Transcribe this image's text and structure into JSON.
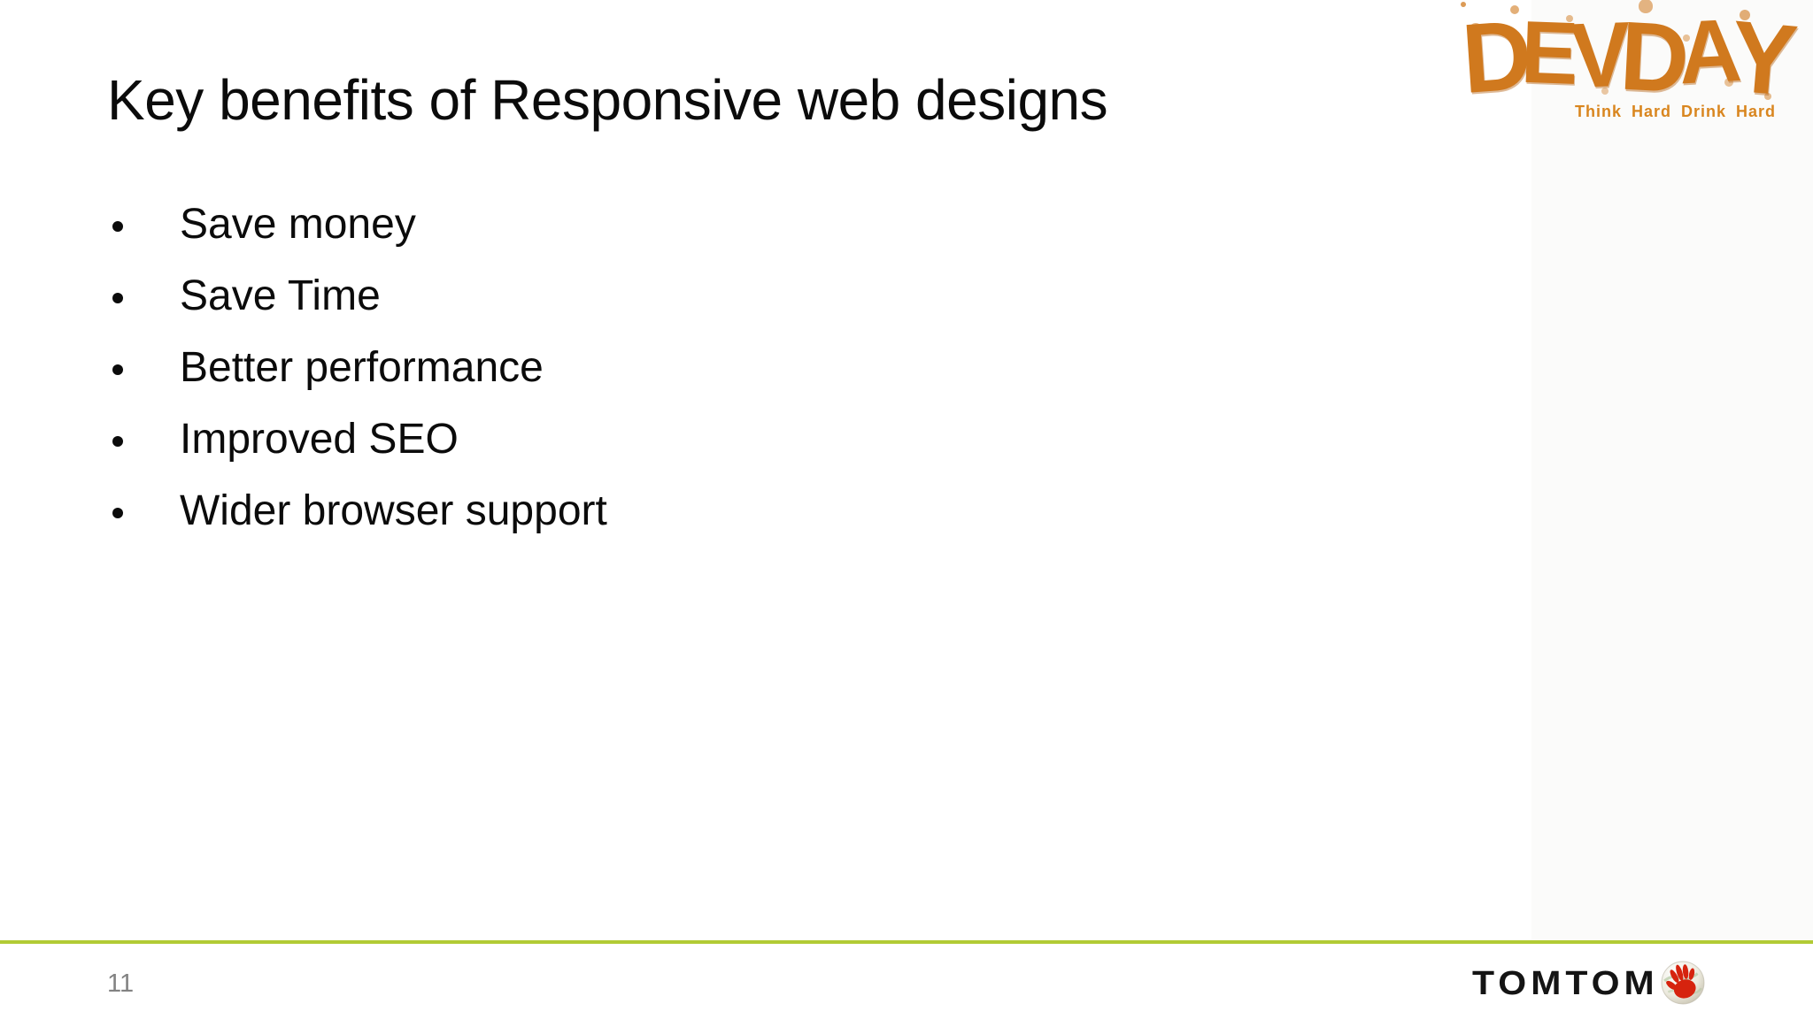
{
  "slide": {
    "title": "Key benefits of Responsive web designs",
    "bullets": [
      "Save money",
      "Save Time",
      "Better performance",
      "Improved SEO",
      "Wider browser support"
    ],
    "page_number": "11"
  },
  "devday_logo": {
    "text": "DEVDAY",
    "tagline": "Think Hard Drink Hard",
    "color": "#D0791E"
  },
  "tomtom_logo": {
    "text": "TOMTOM",
    "text_color": "#141414",
    "hand_color": "#D6230E"
  },
  "footer": {
    "line_color": "#B2CB35"
  }
}
